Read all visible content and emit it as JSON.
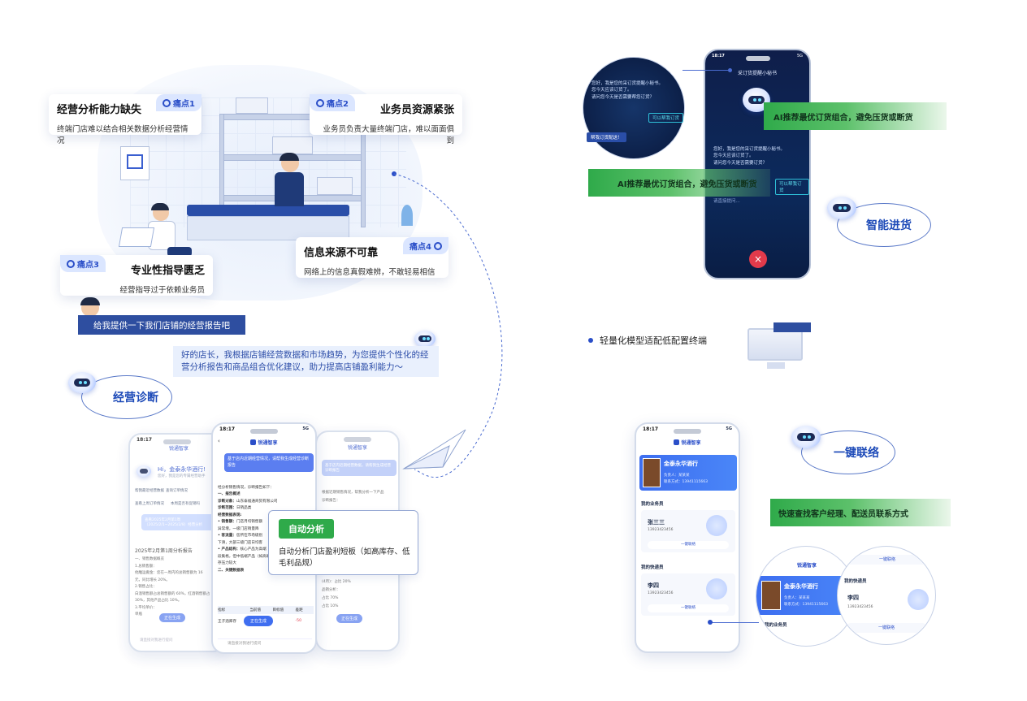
{
  "pains": [
    {
      "tag": "痛点1",
      "title": "经营分析能力缺失",
      "desc": "终端门店难以结合相关数据分析经营情况"
    },
    {
      "tag": "痛点2",
      "title": "业务员资源紧张",
      "desc": "业务员负责大量终端门店，难以面面俱到"
    },
    {
      "tag": "痛点3",
      "title": "专业性指导匮乏",
      "desc": "经营指导过于依赖业务员"
    },
    {
      "tag": "痛点4",
      "title": "信息来源不可靠",
      "desc": "网络上的信息真假难辨，不敢轻易相信"
    }
  ],
  "user_prompt": "给我提供一下我们店铺的经营报告吧",
  "ai_reply": "好的店长，我根据店铺经营数据和市场趋势，为您提供个性化的经营分析报告和商品组合优化建议，助力提高店铺盈利能力～",
  "features": {
    "diagnosis": "经营诊断",
    "smart_purchase": "智能进货",
    "one_click_contact": "一键联络"
  },
  "auto_analysis": {
    "badge": "自动分析",
    "desc": "自动分析门店盈利短板（如高库存、低毛利品规）"
  },
  "ai_recommend": "AI推荐最优订货组合，避免压货或断货",
  "lightweight": "轻量化模型适配低配置终端",
  "contact_desc": "快速查找客户经理、配送员联系方式",
  "phone_main": {
    "time": "18:17",
    "signal": "5G",
    "app": "锐通智享",
    "request": "基于店内近期经营情况，请帮我生成经营诊断报告",
    "intro": "经分析销售情况，诊断报告如下：",
    "s1": "一、报告概述",
    "obj_label": "诊断对象：",
    "obj": "山东泰福通商贸有限公司",
    "range_label": "诊断范围：",
    "range": "日销品类",
    "s_core": "经营数据表现:",
    "b1": "• 销售额：",
    "b1t": "门店月均销售额",
    "b1t2": "异常增，一级门店销量降",
    "b2": "• 客流量：",
    "b2t": "您所在市场级别",
    "b2t2": "下滑，大部三级门店日均客",
    "b3": "• 产品结构：",
    "b3t": "核心产品为高端",
    "b3t2": "段集格，但中低端产品（如高端品规）占销售量",
    "b3t3": "存压力较大",
    "s2": "二、关键数据表",
    "th": [
      "指标",
      "当前值",
      "目标值",
      "差距"
    ],
    "row": [
      "王子酒库存",
      "",
      "",
      "-50"
    ],
    "generating": "正在生成",
    "input": "请直接对我进行提问"
  },
  "phone_left": {
    "time": "18:17",
    "app": "锐通智享",
    "greet": "Hi，金泰永华酒行!",
    "sub": "您好，我是您的专属经营助手",
    "chip1": "帮我最近经营数据",
    "chip2": "查询订单情况",
    "chip3": "查看上周订单情况",
    "chip4": "本周是否有促销吗",
    "req": "查看2025年2月第1周（2025/2/1~2025/2/8）经营分析",
    "rtitle": "2025年2月第1周分析报告",
    "r1": "一、销售数据概览",
    "r2": "1.总销售额：",
    "r3": "他雕运搬金：您在一周内的总销售额为 16",
    "r4": "元，同比增长 20%。",
    "r5": "2.销售占比：",
    "r6": "白酒销售额占总销售额的 60%，红酒销售额占",
    "r7": "30%，其他产品占比 10%。",
    "r8": "3.平均单价：",
    "r9": "单瓶",
    "generating": "正在生成",
    "input": "请直接对我进行提问"
  },
  "phone_right": {
    "app": "锐通智享",
    "req": "基于店内近期经营数据，请帮我生成经营诊断报告",
    "l1": "根据近期销售情况，帮我分析一下产品",
    "l2": "诊断报告：",
    "l3": "(4月)：占比 20%",
    "l4": "品销分析：",
    "l5": "占比 70%",
    "l6": "占比 10%",
    "generating": "正在生成"
  },
  "dark_phone": {
    "time": "18:17",
    "signal": "5G",
    "title": "采订货提醒小秘书",
    "m1": "您好，我是您的采订货提醒小秘书。",
    "m2": "您今天应该订货了。",
    "m3": "请问您今天是否需要订货？",
    "btn": "可以帮我订货",
    "tail": "请直接提问..."
  },
  "circle_zoom": {
    "m1": "您好，我是您的采订货提醒小秘书。",
    "m2": "您今天应该订货了。",
    "m3": "请问您今天是否需要帮您订货？",
    "btn": "可以帮我订货",
    "m4": "帮我订货配送！"
  },
  "contact_phone": {
    "time": "18:17",
    "signal": "5G",
    "app": "锐通智享",
    "shop": "金泰永华酒行",
    "owner": "负责人：",
    "owner_v": "某某某",
    "phone_label": "联系方式：",
    "phone_v": "13941115663",
    "sec1": "我的业务员",
    "p1": "张三三",
    "p1n": "13923423456",
    "sec2": "我的快递员",
    "p2": "李四",
    "p2n": "13923423456",
    "btn": "一键联络"
  },
  "zoom_left": {
    "app": "锐通智享",
    "shop": "金泰永华酒行",
    "owner": "负责人：某某某",
    "phone": "联系方式：13941115663",
    "sec": "我的业务员"
  },
  "zoom_right": {
    "btn": "一键联络",
    "sec": "我的快递员",
    "name": "李四",
    "num": "13923423456"
  },
  "colors": {
    "brand": "#2a4ec8",
    "navy": "#2e4ea0",
    "green": "#2faa4a",
    "red": "#e23a4b"
  }
}
